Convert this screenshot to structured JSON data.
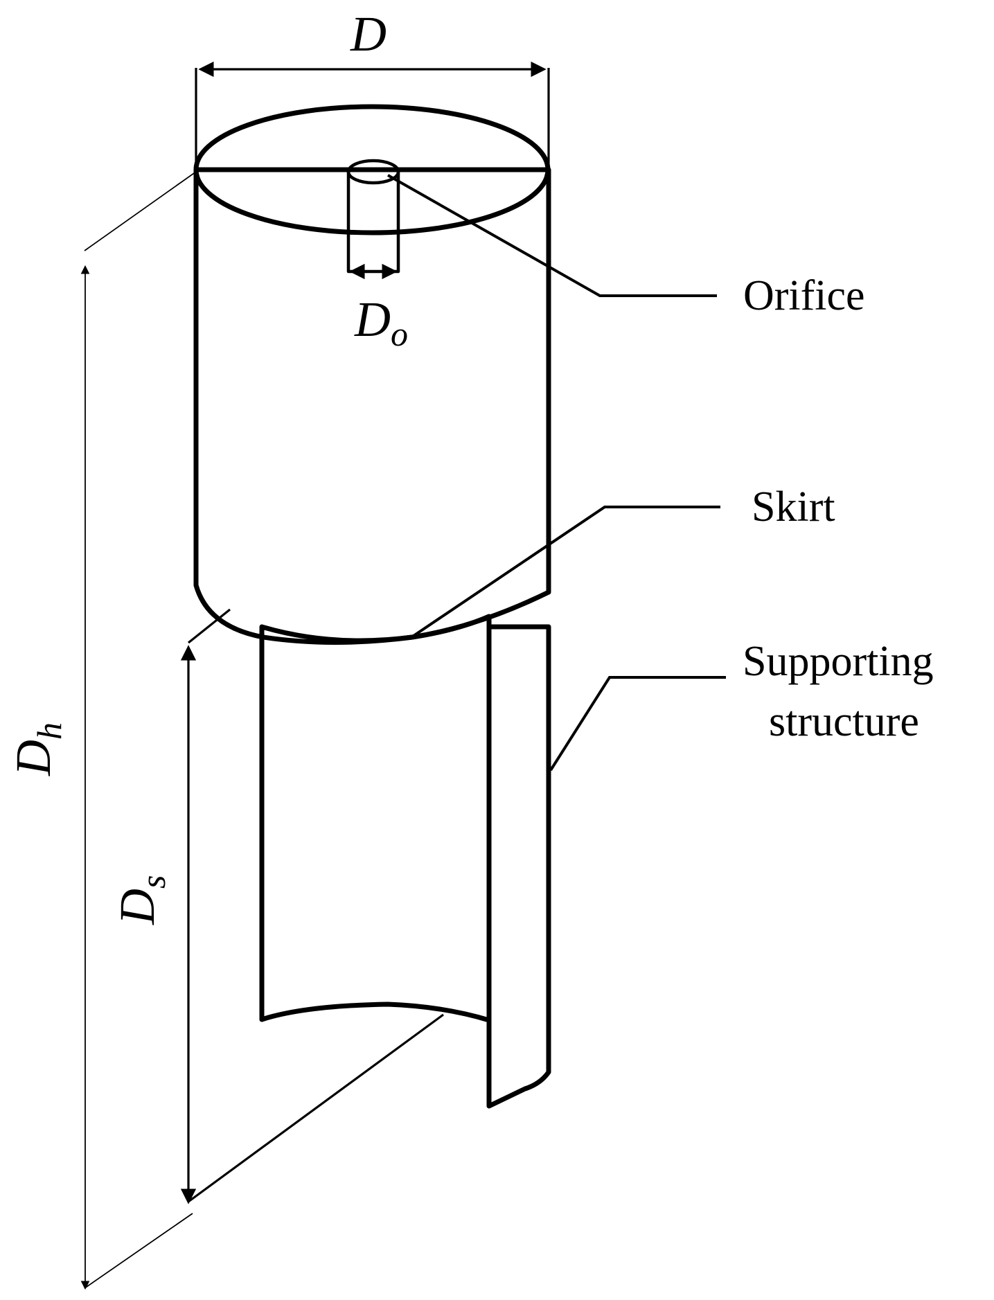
{
  "labels": {
    "orifice": "Orifice",
    "skirt": "Skirt",
    "supporting_line1": "Supporting",
    "supporting_line2": "structure"
  },
  "dimensions": {
    "outer_diameter": {
      "symbol": "D",
      "subscript": ""
    },
    "orifice_diameter": {
      "symbol": "D",
      "subscript": "o"
    },
    "height": {
      "symbol": "D",
      "subscript": "h"
    },
    "skirt_height": {
      "symbol": "D",
      "subscript": "s"
    }
  },
  "colors": {
    "line": "#000000",
    "shell_light": "#e2e2e2",
    "shell_mid": "#c9c9c9",
    "skirt_dark": "#8a8a8a",
    "support": "#d8d8d8",
    "background": "#ffffff"
  }
}
